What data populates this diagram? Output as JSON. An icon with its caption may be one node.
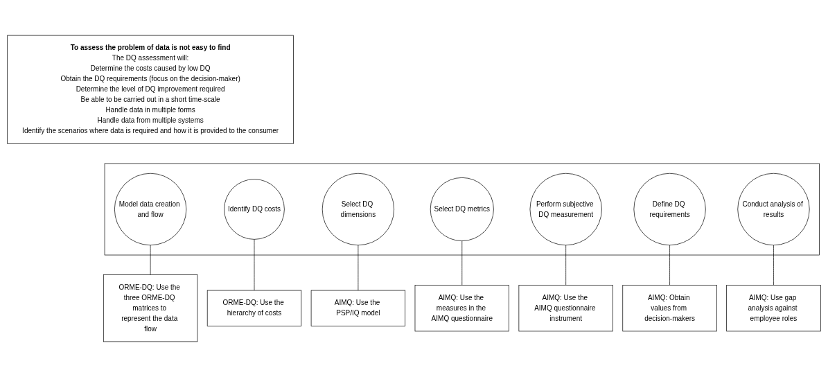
{
  "diagram": {
    "nodes": [
      {
        "text": [
          "To assess the problem of data is not easy to find",
          "The DQ assessment will:",
          "Determine the costs caused by low DQ",
          "Obtain the DQ requirements (focus on the decision-maker)",
          "Determine the level of DQ improvement required",
          "Be able to be carried out in a short time-scale",
          "Handle data in multiple forms",
          "Handle data from multiple systems",
          "Identify the scenarios where data is required and how it is provided to the consumer"
        ]
      },
      {
        "text": [],
        "shape": "box"
      },
      {
        "text": [
          "Model data creation and flow"
        ],
        "in": 1
      },
      {
        "text": [
          "Identify DQ costs"
        ],
        "in": 1
      },
      {
        "text": [
          "Select DQ dimensions"
        ],
        "in": 1
      },
      {
        "text": [
          "Select DQ metrics"
        ],
        "in": 1
      },
      {
        "text": [
          "Perform subjective DQ measurement"
        ],
        "in": 1
      },
      {
        "text": [
          "Define DQ requirements"
        ],
        "in": 1
      },
      {
        "text": [
          "Conduct analysis of results"
        ],
        "in": 1
      },
      {
        "text": [
          "ORME-DQ: Use the three ORME-DQ matrices to represent the data flow"
        ]
      },
      {
        "text": [
          "ORME-DQ: Use the hierarchy of costs"
        ]
      },
      {
        "text": [
          "AIMQ: Use the PSP/IQ model"
        ]
      },
      {
        "text": [
          "AIMQ: Use the measures in the AIMQ questionnaire"
        ]
      },
      {
        "text": [
          "AIMQ: Use the AIMQ questionnaire instrument"
        ]
      },
      {
        "text": [
          "AIMQ: Obtain values from decision-makers"
        ]
      },
      {
        "text": [
          "AIMQ: Use gap analysis against employee roles"
        ]
      }
    ],
    "edges": [
      {
        "from": 2,
        "to": 9,
        "arrow": "none"
      },
      {
        "from": 3,
        "to": 10,
        "arrow": "none"
      },
      {
        "from": 4,
        "to": 11,
        "arrow": "none"
      },
      {
        "from": 5,
        "to": 12,
        "arrow": "none"
      },
      {
        "from": 6,
        "to": 13,
        "arrow": "none"
      },
      {
        "from": 7,
        "to": 14,
        "arrow": "none"
      },
      {
        "from": 8,
        "to": 15,
        "arrow": "none"
      }
    ]
  }
}
